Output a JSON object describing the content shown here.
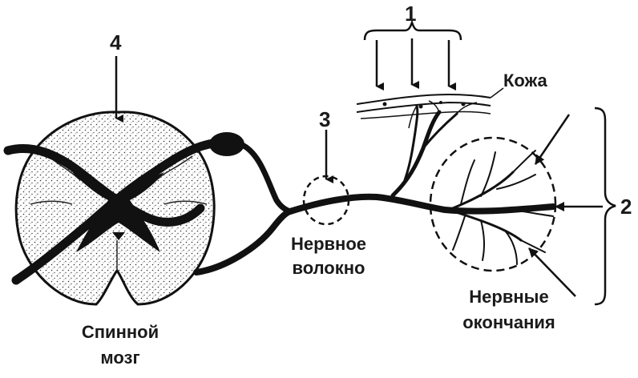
{
  "labels": {
    "skin": "Кожа",
    "nerve_fiber_line1": "Нервное",
    "nerve_fiber_line2": "волокно",
    "nerve_endings_line1": "Нервные",
    "nerve_endings_line2": "окончания",
    "spinal_cord_line1": "Спинной",
    "spinal_cord_line2": "мозг"
  },
  "markers": {
    "one": "1",
    "two": "2",
    "three": "3",
    "four": "4"
  },
  "colors": {
    "ink": "#111111",
    "paper": "#ffffff",
    "stipple": "#555555"
  }
}
